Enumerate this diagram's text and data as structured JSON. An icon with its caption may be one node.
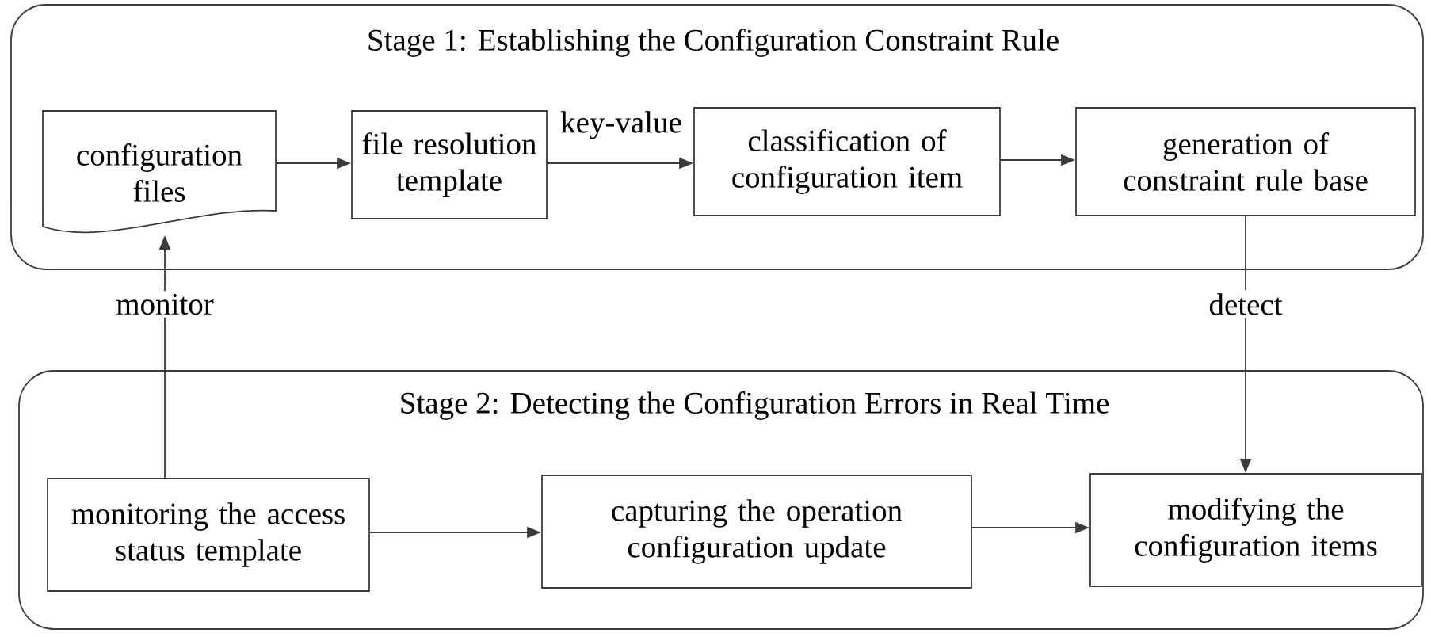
{
  "diagram": {
    "nodes": [
      {
        "text": [
          "Stage 1: Establishing the Configuration Constraint Rule"
        ]
      },
      {
        "text": [
          "configuration files"
        ],
        "in": 0
      },
      {
        "text": [
          "file resolution template"
        ],
        "in": 0
      },
      {
        "text": [
          "classification of configuration item"
        ],
        "in": 0
      },
      {
        "text": [
          "generation of constraint rule base"
        ],
        "in": 0
      },
      {
        "text": [
          "Stage 2: Detecting the Configuration Errors in Real Time"
        ]
      },
      {
        "text": [
          "monitoring the access status template"
        ],
        "in": 5
      },
      {
        "text": [
          "capturing the operation configuration update"
        ],
        "in": 5
      },
      {
        "text": [
          "modifying the configuration items"
        ],
        "in": 5
      }
    ],
    "edges": [
      {
        "from": 1,
        "to": 2,
        "arrow": "to"
      },
      {
        "from": 2,
        "to": 3,
        "arrow": "to",
        "label": "key-value"
      },
      {
        "from": 3,
        "to": 4,
        "arrow": "to"
      },
      {
        "from": 6,
        "to": 1,
        "arrow": "to",
        "label": "monitor"
      },
      {
        "from": 6,
        "to": 7,
        "arrow": "to"
      },
      {
        "from": 7,
        "to": 8,
        "arrow": "to"
      },
      {
        "from": 4,
        "to": 8,
        "arrow": "to",
        "label": "detect"
      }
    ]
  }
}
